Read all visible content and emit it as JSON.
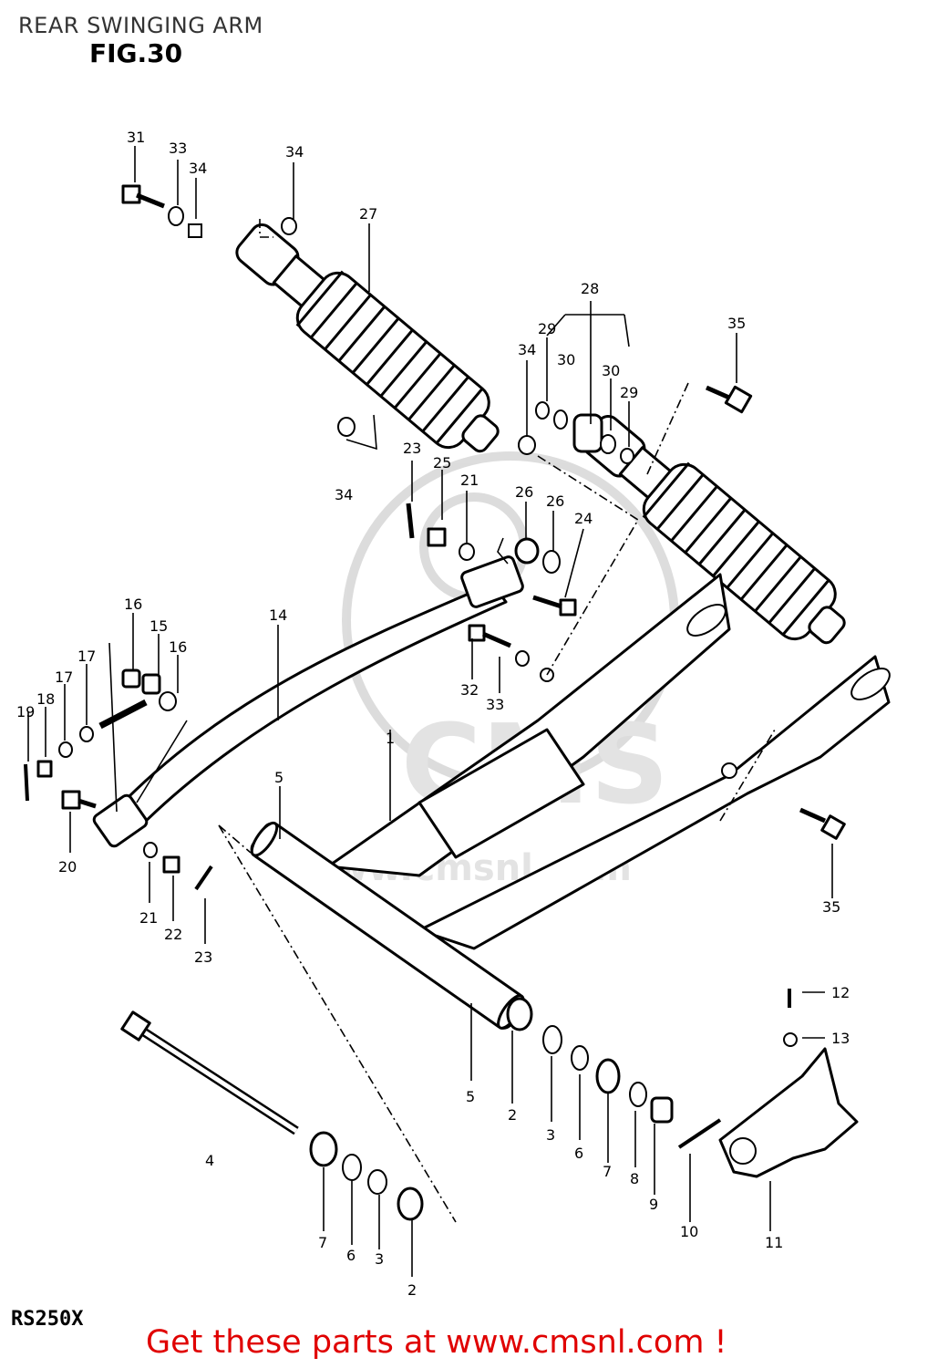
{
  "header": {
    "title": "REAR SWINGING ARM",
    "figure": "FIG.30"
  },
  "footer": {
    "model": "RS250X",
    "cta": "Get these parts at www.cmsnl.com !"
  },
  "watermark": {
    "brand": "CMS",
    "site": "www.cmsnl.com"
  },
  "callouts": {
    "c31": "31",
    "c33a": "33",
    "c34a": "34",
    "c34b": "34",
    "c27": "27",
    "c28": "28",
    "c35a": "35",
    "c29a": "29",
    "c30a": "30",
    "c30b": "30",
    "c29b": "29",
    "c34c": "34",
    "c34d": "34",
    "c23a": "23",
    "c25": "25",
    "c21a": "21",
    "c26a": "26",
    "c26b": "26",
    "c24": "24",
    "c14": "14",
    "c16a": "16",
    "c15": "15",
    "c16b": "16",
    "c17a": "17",
    "c17b": "17",
    "c18": "18",
    "c19": "19",
    "c32": "32",
    "c33b": "33",
    "c1": "1",
    "c5a": "5",
    "c20": "20",
    "c21b": "21",
    "c22": "22",
    "c23b": "23",
    "c35b": "35",
    "c12": "12",
    "c13": "13",
    "c5b": "5",
    "c2a": "2",
    "c3a": "3",
    "c6a": "6",
    "c7a": "7",
    "c8": "8",
    "c9": "9",
    "c10": "10",
    "c11": "11",
    "c7b": "7",
    "c6b": "6",
    "c3b": "3",
    "c2b": "2",
    "c4": "4"
  },
  "colors": {
    "cta": "#e00000",
    "ink": "#000000",
    "watermark": "#d9d9d9"
  }
}
